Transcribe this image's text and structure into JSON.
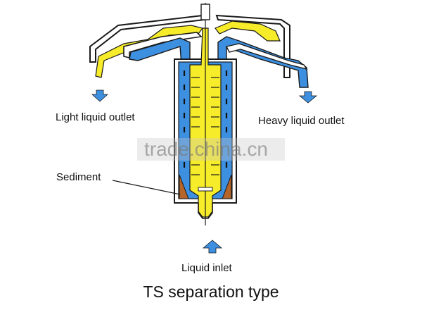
{
  "diagram": {
    "title": "TS separation type",
    "labels": {
      "light_outlet": "Light liquid outlet",
      "heavy_outlet": "Heavy liquid outlet",
      "sediment": "Sediment",
      "inlet": "Liquid inlet"
    },
    "watermark": "trade.china.cn",
    "colors": {
      "light_liquid": "#f7ec2a",
      "heavy_liquid": "#3d8fe0",
      "sediment": "#b5642a",
      "outline": "#1a1a1a",
      "arrow": "#3d8fe0"
    },
    "icons": {
      "light_outlet_arrow": "arrow-down-icon",
      "heavy_outlet_arrow": "arrow-down-icon",
      "inlet_arrow": "arrow-up-icon"
    }
  }
}
